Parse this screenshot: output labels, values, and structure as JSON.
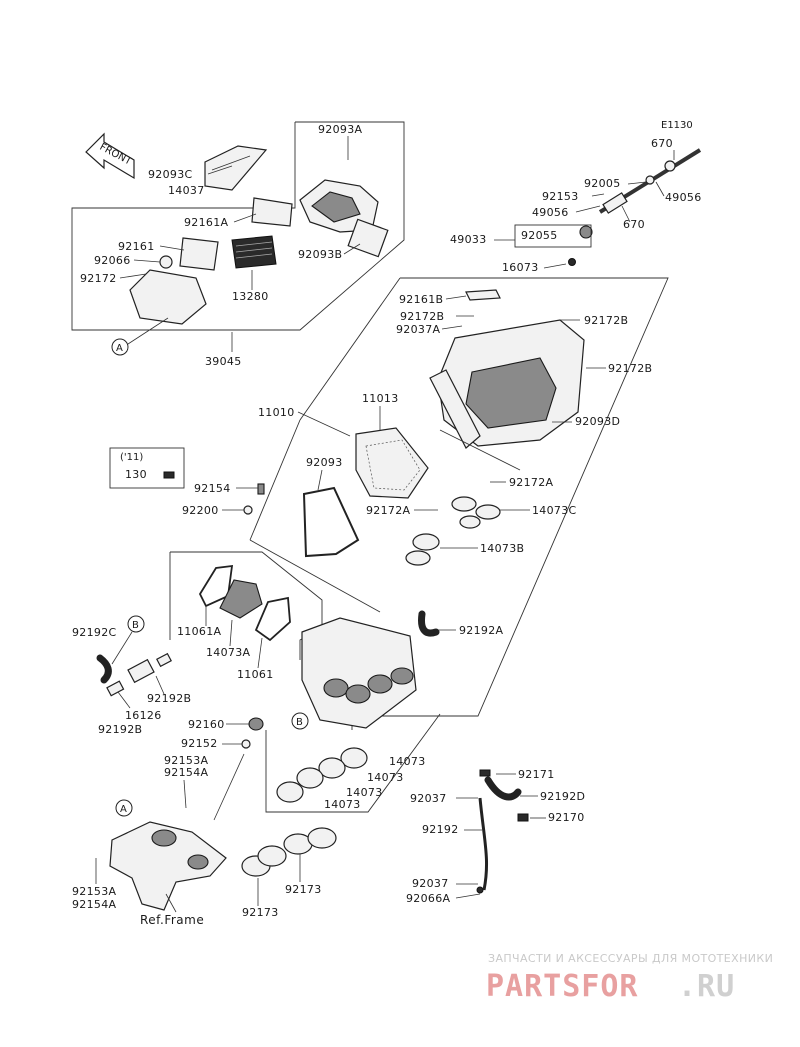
{
  "diagram_code": "E1130",
  "front_label": "FRONT",
  "year_box_label": "('11)",
  "ref_frame_label": "Ref.Frame",
  "callout_a": "A",
  "callout_b": "B",
  "watermark": {
    "tagline": "ЗАПЧАСТИ И АКСЕССУАРЫ ДЛЯ МОТОТЕХНИКИ",
    "brand_main": "PARTSFOR",
    "brand_ext": ".RU",
    "brand_color": "#e8a0a0",
    "ext_color": "#d0d0d0"
  },
  "parts": {
    "p92093A": "92093A",
    "p92093C": "92093C",
    "p14037": "14037",
    "p92161A": "92161A",
    "p92161": "92161",
    "p92066": "92066",
    "p92172": "92172",
    "p92093B": "92093B",
    "p13280": "13280",
    "p39045": "39045",
    "p670a": "670",
    "p670b": "670",
    "p92005": "92005",
    "p49056a": "49056",
    "p49056b": "49056",
    "p92153": "92153",
    "p49033": "49033",
    "p92055": "92055",
    "p16073": "16073",
    "p92161B": "92161B",
    "p92172B_a": "92172B",
    "p92172B_b": "92172B",
    "p92172B_c": "92172B",
    "p92037A": "92037A",
    "p92093D": "92093D",
    "p11010": "11010",
    "p11013": "11013",
    "p92093": "92093",
    "p130": "130",
    "p92154": "92154",
    "p92200": "92200",
    "p92172A_a": "92172A",
    "p92172A_b": "92172A",
    "p14073C": "14073C",
    "p14073B": "14073B",
    "p11061A": "11061A",
    "p14073A": "14073A",
    "p11061": "11061",
    "p92192C": "92192C",
    "p92192A": "92192A",
    "p92192B_a": "92192B",
    "p92192B_b": "92192B",
    "p16126": "16126",
    "p92160": "92160",
    "p92152": "92152",
    "p92153A_top": "92153A",
    "p92154A_top": "92154A",
    "p14073_1": "14073",
    "p14073_2": "14073",
    "p14073_3": "14073",
    "p14073_4": "14073",
    "p92171": "92171",
    "p92037": "92037",
    "p92192D": "92192D",
    "p92192": "92192",
    "p92170": "92170",
    "p92037b": "92037",
    "p92066A": "92066A",
    "p92153A_bot": "92153A",
    "p92154A_bot": "92154A",
    "p92173a": "92173",
    "p92173b": "92173"
  }
}
